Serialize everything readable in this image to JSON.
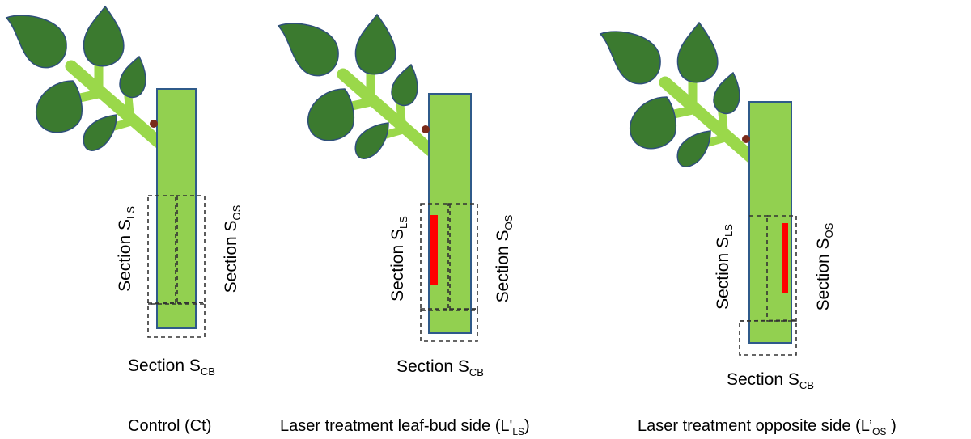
{
  "colors": {
    "leaf": "#3b7a2f",
    "leaf_stroke": "#2f4f7a",
    "branch": "#9ad84a",
    "stem_fill": "#92d050",
    "stem_stroke": "#2f5a8a",
    "bud": "#7a2a1a",
    "laser": "#ff0000",
    "dash": "#333333"
  },
  "section_word": "Section",
  "section_letter": "S",
  "panels": [
    {
      "name": "control",
      "laser_side": "none",
      "label_ls_sub": "LS",
      "label_os_sub": "OS",
      "label_cb_sub": "CB",
      "caption_main": "Control (Ct)",
      "caption_sub": "",
      "caption_tail": ""
    },
    {
      "name": "laser-leaf-bud-side",
      "laser_side": "leaf-bud",
      "label_ls_sub": "LS",
      "label_os_sub": "OS",
      "label_cb_sub": "CB",
      "caption_main": "Laser treatment leaf-bud side (L'",
      "caption_sub": "LS",
      "caption_tail": ")"
    },
    {
      "name": "laser-opposite-side",
      "laser_side": "opposite",
      "label_ls_sub": "LS",
      "label_os_sub": "OS",
      "label_cb_sub": "CB",
      "caption_main": "Laser treatment opposite side (L’",
      "caption_sub": "OS",
      "caption_tail": " )"
    }
  ]
}
